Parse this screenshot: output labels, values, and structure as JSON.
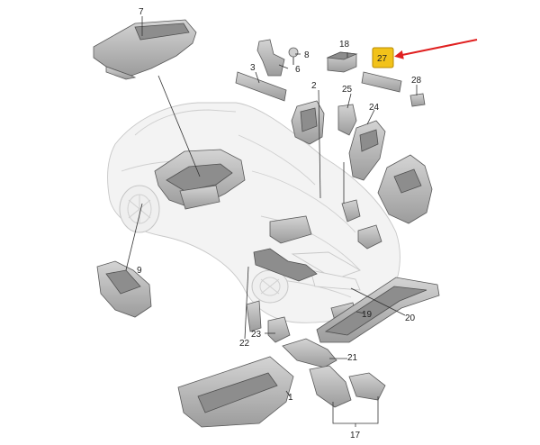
{
  "diagram": {
    "highlight_color": "#f2c21a",
    "arrow_color": "#e02020",
    "part_labels": [
      {
        "id": "p1",
        "text": "1"
      },
      {
        "id": "p2",
        "text": "2"
      },
      {
        "id": "p3",
        "text": "3"
      },
      {
        "id": "p6",
        "text": "6"
      },
      {
        "id": "p7",
        "text": "7"
      },
      {
        "id": "p8",
        "text": "8"
      },
      {
        "id": "p9",
        "text": "9"
      },
      {
        "id": "p17",
        "text": "17"
      },
      {
        "id": "p18",
        "text": "18"
      },
      {
        "id": "p19",
        "text": "19"
      },
      {
        "id": "p20",
        "text": "20"
      },
      {
        "id": "p21",
        "text": "21"
      },
      {
        "id": "p22",
        "text": "22"
      },
      {
        "id": "p23",
        "text": "23"
      },
      {
        "id": "p24",
        "text": "24"
      },
      {
        "id": "p25",
        "text": "25"
      },
      {
        "id": "p27",
        "text": "27"
      },
      {
        "id": "p28",
        "text": "28"
      }
    ]
  }
}
